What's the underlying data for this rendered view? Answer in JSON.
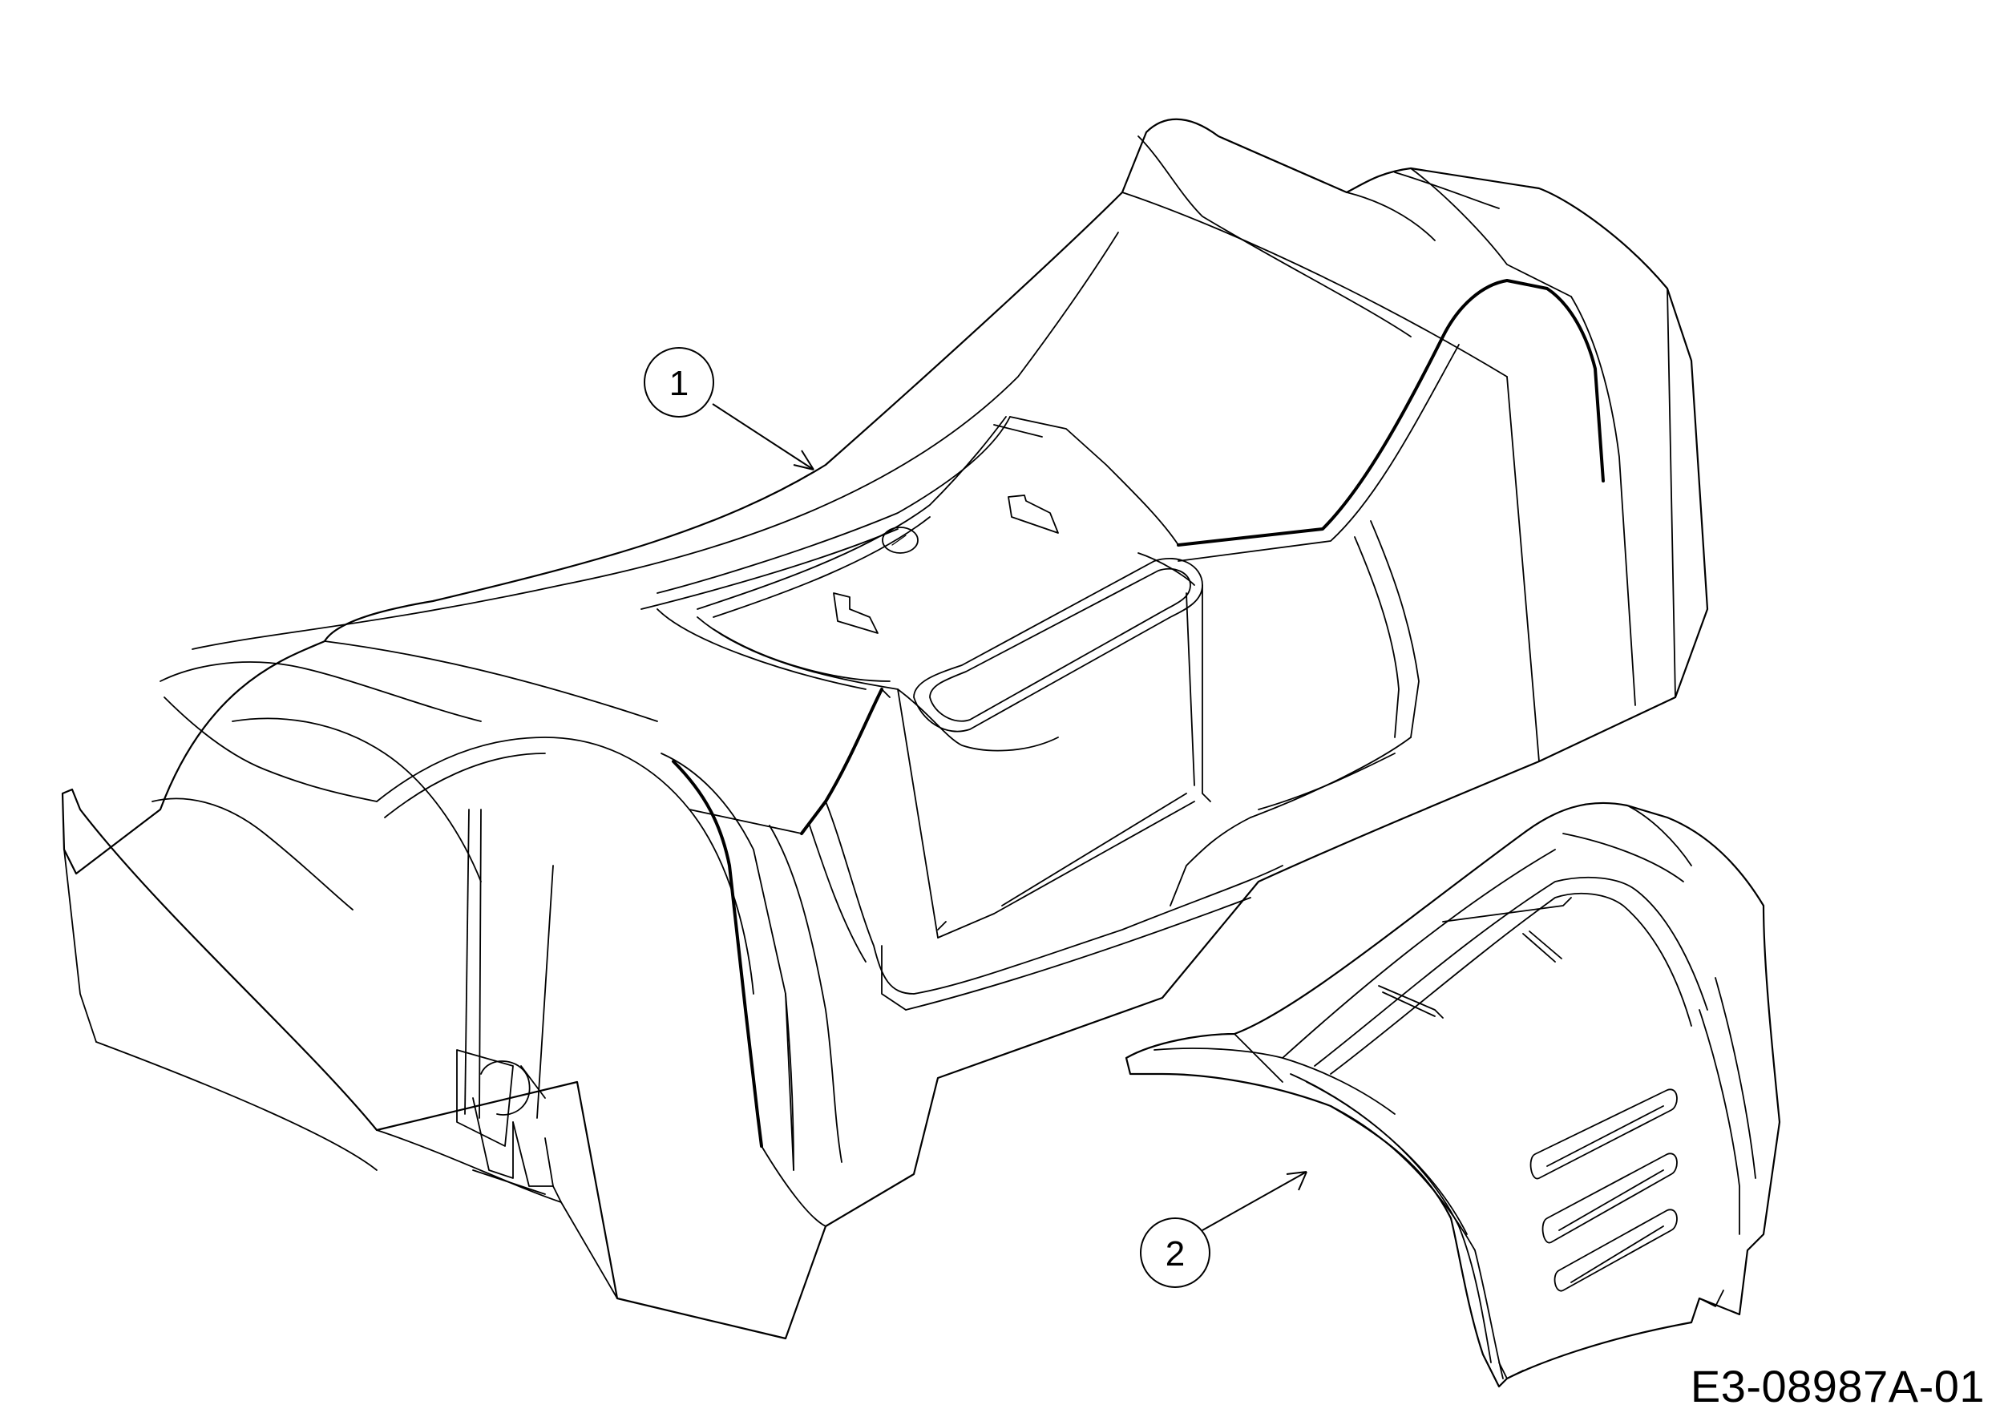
{
  "callouts": [
    {
      "label": "1"
    },
    {
      "label": "2"
    }
  ],
  "drawing_id": "E3-08987A-01",
  "colors": {
    "line": "#000000",
    "background": "#ffffff"
  }
}
